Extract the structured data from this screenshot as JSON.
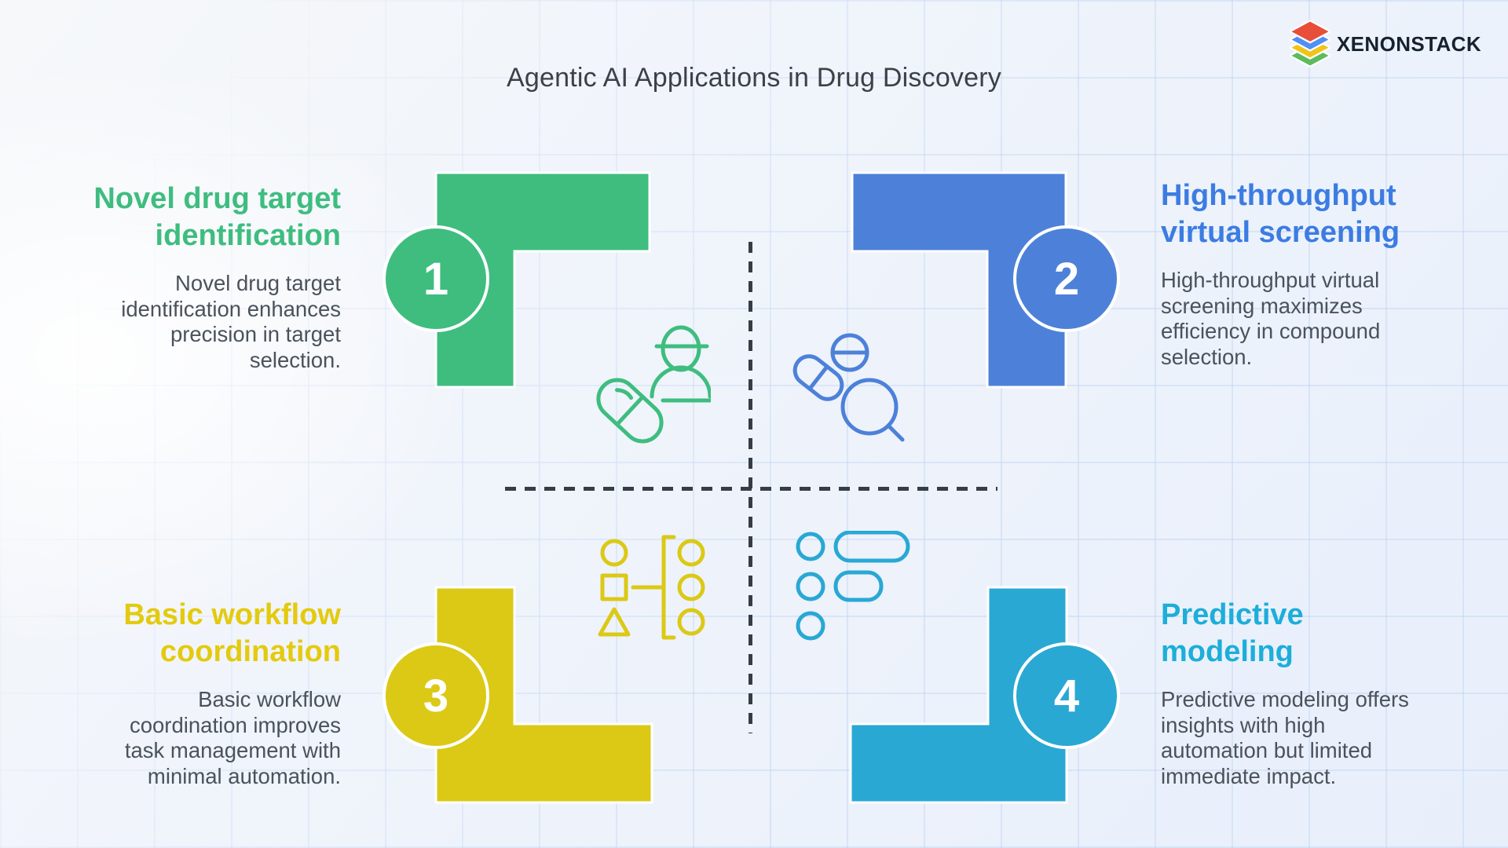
{
  "title": "Agentic AI Applications in Drug Discovery",
  "logo": {
    "text": "XENONSTACK",
    "layers": {
      "top": "#e84f38",
      "second": "#4f8ff7",
      "third": "#f0c419",
      "bottom": "#5cbc5c"
    },
    "text_color": "#16222f"
  },
  "divider": {
    "color": "#363d44",
    "style": "dashed-cross"
  },
  "quadrants": [
    {
      "number": "1",
      "heading": "Novel drug target\nidentification",
      "body": "Novel drug target\nidentification enhances\nprecision in target\nselection.",
      "color": "#3ebd7f",
      "heading_color": "#3ebd7f",
      "icon": "pill-person-icon"
    },
    {
      "number": "2",
      "heading": "High-throughput\nvirtual screening",
      "body": "High-throughput virtual\nscreening maximizes\nefficiency in compound\nselection.",
      "color": "#4d81d9",
      "heading_color": "#3c7ce2",
      "icon": "pills-magnifier-icon"
    },
    {
      "number": "3",
      "heading": "Basic workflow\ncoordination",
      "body": "Basic workflow\ncoordination improves\ntask management with\nminimal automation.",
      "color": "#dbc916",
      "heading_color": "#e4ca0e",
      "icon": "workflow-shapes-icon"
    },
    {
      "number": "4",
      "heading": "Predictive\nmodeling",
      "body": "Predictive modeling offers\ninsights with high\nautomation but limited\nimmediate impact.",
      "color": "#29a8d4",
      "heading_color": "#1daed9",
      "icon": "ranked-list-icon"
    }
  ]
}
